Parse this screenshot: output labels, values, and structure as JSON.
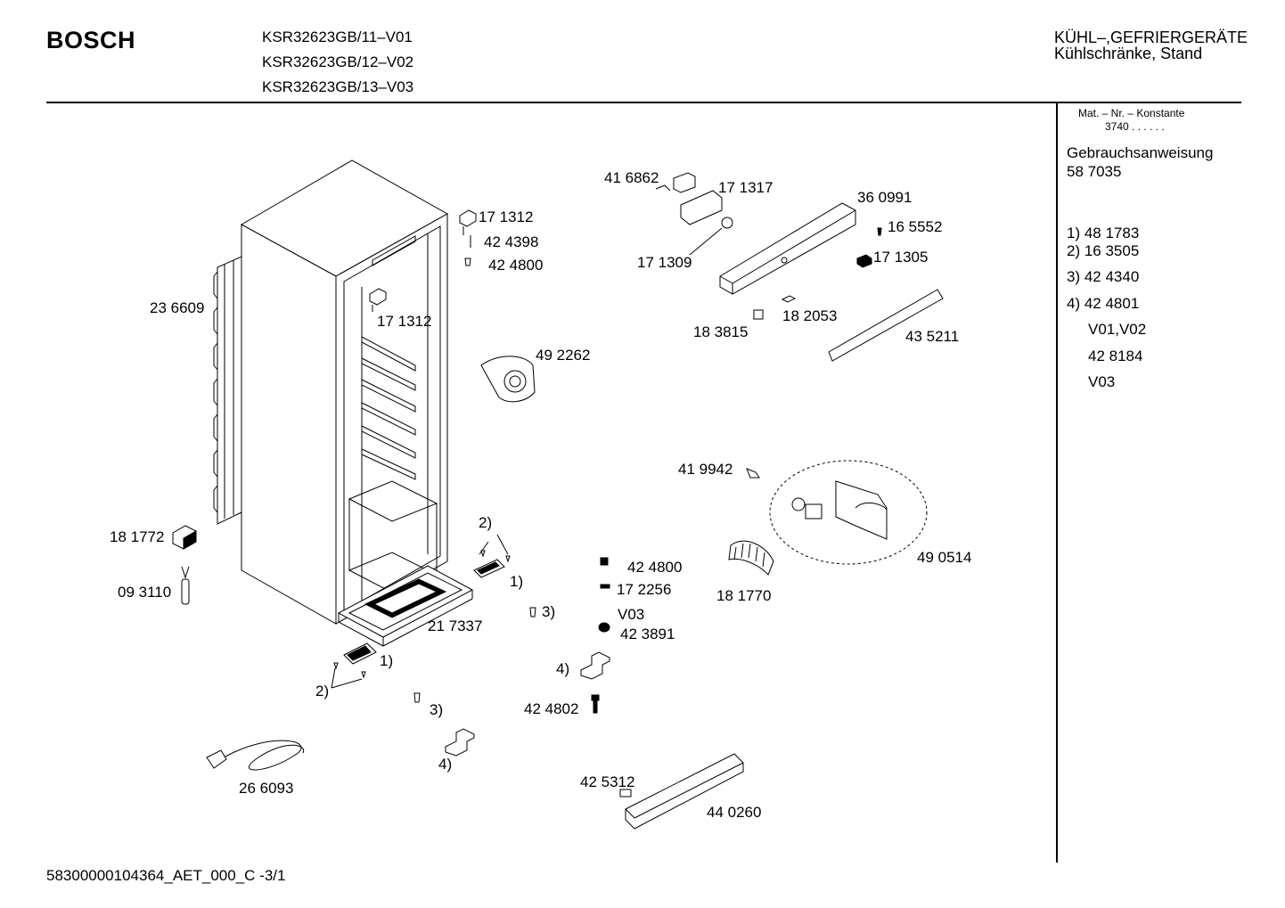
{
  "header": {
    "brand": "BOSCH",
    "models": [
      "KSR32623GB/11–V01",
      "KSR32623GB/12–V02",
      "KSR32623GB/13–V03"
    ],
    "category_line1": "KÜHL–,GEFRIERGERÄTE",
    "category_line2": "Kühlschränke, Stand"
  },
  "sidebar": {
    "mat_label": "Mat. – Nr. – Konstante",
    "mat_value": "3740 . . . . . .",
    "manual_label": "Gebrauchsanweisung",
    "manual_number": "58 7035",
    "notes": [
      "1) 48 1783",
      "2) 16 3505",
      "3) 42 4340",
      "4) 42 4801",
      "V01,V02",
      "42 8184",
      "V03"
    ]
  },
  "parts": {
    "p171312a": "17 1312",
    "p424398": "42 4398",
    "p424800a": "42 4800",
    "p236609": "23 6609",
    "p171312b": "17 1312",
    "p416862": "41 6862",
    "p171317": "17 1317",
    "p360991": "36 0991",
    "p165552": "16 5552",
    "p171305": "17 1305",
    "p171309": "17 1309",
    "p182053": "18 2053",
    "p183815": "18 3815",
    "p435211": "43 5211",
    "p492262": "49 2262",
    "p419942": "41 9942",
    "p490514": "49 0514",
    "p181770": "18 1770",
    "p181772": "18 1772",
    "p093110": "09 3110",
    "p217337": "21 7337",
    "p424800b": "42 4800",
    "p172256": "17 2256",
    "v03": "V03",
    "p423891": "42 3891",
    "p424802": "42 4802",
    "p425312": "42 5312",
    "p440260": "44 0260",
    "p266093": "26 6093",
    "n2a": "2)",
    "n1a": "1)",
    "n3a": "3)",
    "n4a": "4)",
    "n1b": "1)",
    "n2b": "2)",
    "n3b": "3)",
    "n4b": "4)"
  },
  "footer": {
    "doc_id": "58300000104364_AET_000_C  -3/1"
  }
}
